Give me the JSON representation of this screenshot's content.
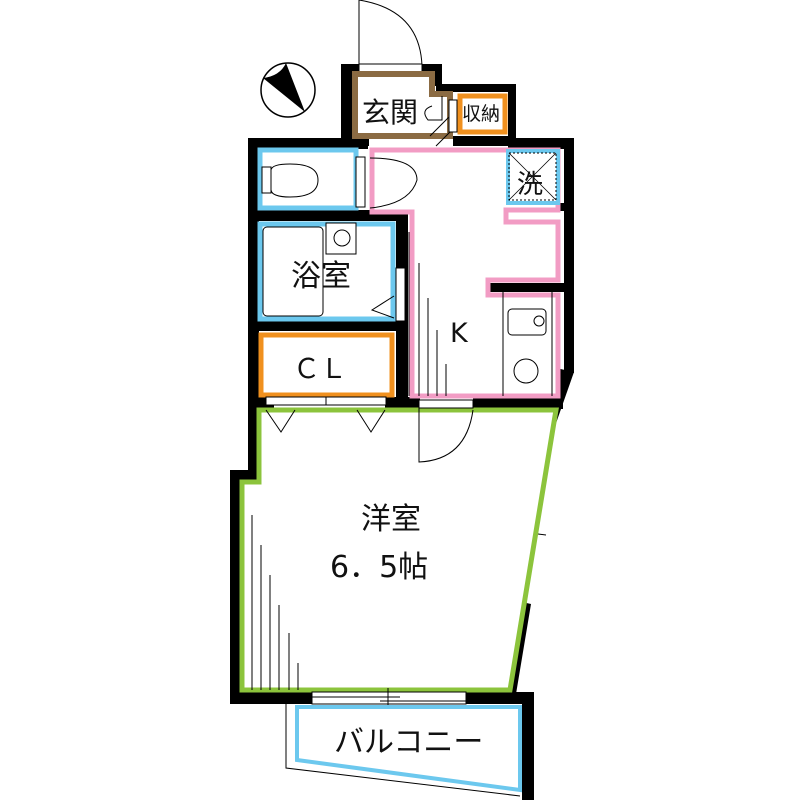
{
  "plan": {
    "type": "1K apartment floor plan",
    "colors": {
      "wall": "#000000",
      "entrance": "#8b6b43",
      "storage": "#f0901e",
      "wet_area": "#6cc8ee",
      "kitchen": "#f29cc4",
      "western_room": "#8cc43c"
    },
    "compass": {
      "icon": "north-arrow-icon"
    },
    "rooms": {
      "entrance": {
        "label": "玄関"
      },
      "storage": {
        "label": "収納"
      },
      "washer": {
        "label": "洗"
      },
      "bath": {
        "label": "浴室"
      },
      "kitchen": {
        "label": "K"
      },
      "closet": {
        "label": "ＣＬ"
      },
      "western": {
        "label": "洋室",
        "size": "6．5帖"
      },
      "balcony": {
        "label": "バルコニー"
      }
    }
  }
}
